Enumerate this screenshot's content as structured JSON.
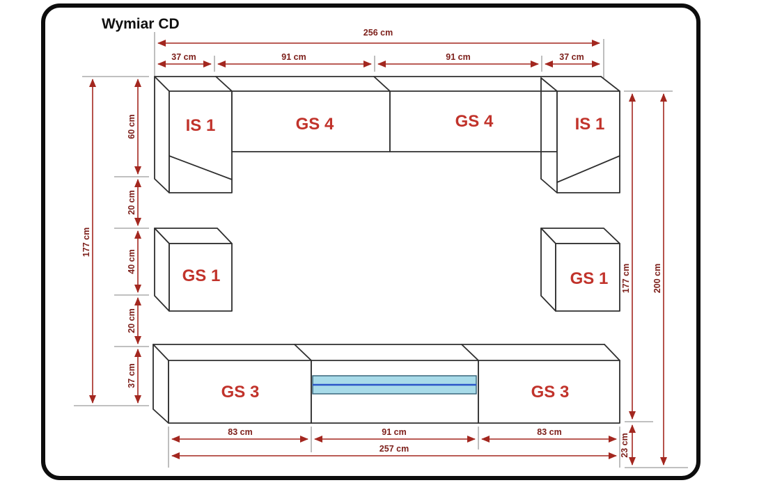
{
  "title": "Wymiar CD",
  "colors": {
    "dim": "#a3271f",
    "dimtext": "#7d201b",
    "label": "#c1332b",
    "line": "#2e2e2e",
    "tick": "#9a9a9a",
    "glassfill": "#a8dbe9",
    "glassedge": "#2f5d73",
    "glassline": "#2b55c8",
    "frame": "#0d0d0d"
  },
  "top_dims": {
    "total": "256 cm",
    "segments": [
      "37 cm",
      "91 cm",
      "91 cm",
      "37 cm"
    ]
  },
  "left_dims": {
    "total": "177 cm",
    "segments": [
      "60 cm",
      "20 cm",
      "40 cm",
      "20 cm",
      "37 cm"
    ]
  },
  "right_dims": {
    "height": "177 cm",
    "total": "200 cm",
    "base": "23 cm"
  },
  "bottom_dims": {
    "segments": [
      "83 cm",
      "91 cm",
      "83 cm"
    ],
    "total": "257 cm"
  },
  "units": {
    "is1_left": "IS 1",
    "gs4_left": "GS 4",
    "gs4_right": "GS 4",
    "is1_right": "IS 1",
    "gs1_left": "GS 1",
    "gs1_right": "GS 1",
    "gs3_left": "GS 3",
    "gs3_right": "GS 3"
  }
}
